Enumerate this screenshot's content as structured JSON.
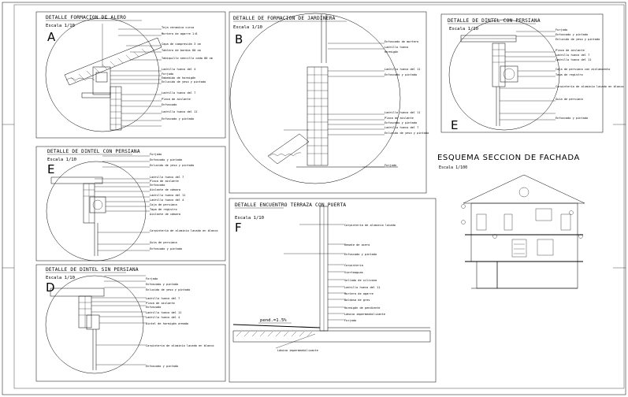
{
  "details": [
    {
      "id": "detail-a",
      "title": "DETALLE FORMACION DE ALERO",
      "scale": "Escala 1/10",
      "letter": "A",
      "labels": [
        "Teja ceramica curva",
        "Mortero de agarre 1:6",
        "Capa de compresión 3 cm",
        "Tablero de bardos 60 cm",
        "Tabiquillo sencillo cada 80 cm",
        "Ladrillo hueco del 4",
        "Forjado",
        "Embebido de hormigón",
        "Enlucido de yeso y pintado",
        "Ladrillo hueco del 7",
        "Placa de aislante",
        "Enfoscado",
        "Ladrillo hueco del 11",
        "Enfoscado y pintado"
      ]
    },
    {
      "id": "detail-b",
      "title": "DETALLE DE FORMACION DE JARDINERA",
      "scale": "Escala 1/10",
      "letter": "B",
      "labels": [
        "Enfoscado de mortero",
        "Ladrillo hueco",
        "Hormigón",
        "Ladrillo hueco del 11",
        "Enfoscado y pintado",
        "Ladrillo hueco del 11",
        "Placa de aislante",
        "Enfoscado y pintado",
        "Ladrillo hueco del 7",
        "Enlucido de yeso y pintado",
        "Forjado"
      ]
    },
    {
      "id": "detail-c",
      "title": "DETALLE DE DINTEL CON PERSIANA",
      "scale": "Escala 1/10",
      "letter": "E",
      "labels": [
        "Forjado",
        "Enfoscado y pintado",
        "Enlucido de yeso y pintado",
        "Placa de aislante",
        "Ladrillo hueco del 7",
        "Ladrillo hueco del 11",
        "Caja de persiana con aislamiento",
        "Tapa de registro",
        "Carpintería de aluminio lacado en blanco",
        "Guía de persiana",
        "Enfoscado y pintado"
      ]
    },
    {
      "id": "detail-d",
      "title": "DETALLE DE DINTEL CON PERSIANA",
      "scale": "Escala 1/10",
      "letter": "E",
      "labels": [
        "Forjado",
        "Enfoscado y pintado",
        "Enlucido de yeso y pintado",
        "Ladrillo hueco del 7",
        "Placa de aislante",
        "Enfoscado",
        "Aislante de cámara",
        "Ladrillo hueco del 11",
        "Ladrillo hueco del 4",
        "Caja de persiana",
        "Tapa de registro",
        "Aislante de cámara",
        "Carpintería de aluminio lacado en blanco",
        "Guía de persiana",
        "Enfoscado y pintado"
      ]
    },
    {
      "id": "detail-e",
      "title": "DETALLE DE DINTEL SIN PERSIANA",
      "scale": "Escala 1/10",
      "letter": "D",
      "labels": [
        "Forjado",
        "Enfoscado y pintado",
        "Enlucido de yeso y pintado",
        "Ladrillo hueco del 7",
        "Placa de aislante",
        "Enfoscado",
        "Ladrillo hueco del 11",
        "Ladrillo hueco del 4",
        "Dintel de hormigón armado",
        "Carpintería de aluminio lacado en blanco",
        "Enfoscado y pintado"
      ]
    },
    {
      "id": "detail-f",
      "title": "DETALLE ENCUENTRO TERRAZA CON PUERTA",
      "title2": "TERRAZA CON PUERTA",
      "scale": "Escala 1/10",
      "letter": "F",
      "labels": [
        "Carpintería de aluminio lacado",
        "Remate de acero",
        "Enfoscado y pintado",
        "Carpintería",
        "Vierteaguas",
        "Sellado de silicona",
        "Ladrillo hueco del 11",
        "Mortero de agarre",
        "Baldosa de gres",
        "Hormigón de pendiente",
        "Lámina impermeabilizante",
        "Forjado"
      ],
      "slope": "pend.=1.5%",
      "foot": "Lámina impermeabilizante"
    }
  ],
  "scheme": {
    "title": "ESQUEMA SECCION DE FACHADA",
    "scale": "Escala 1/100"
  },
  "colors": {
    "ink": "#000000",
    "paper": "#ffffff"
  }
}
